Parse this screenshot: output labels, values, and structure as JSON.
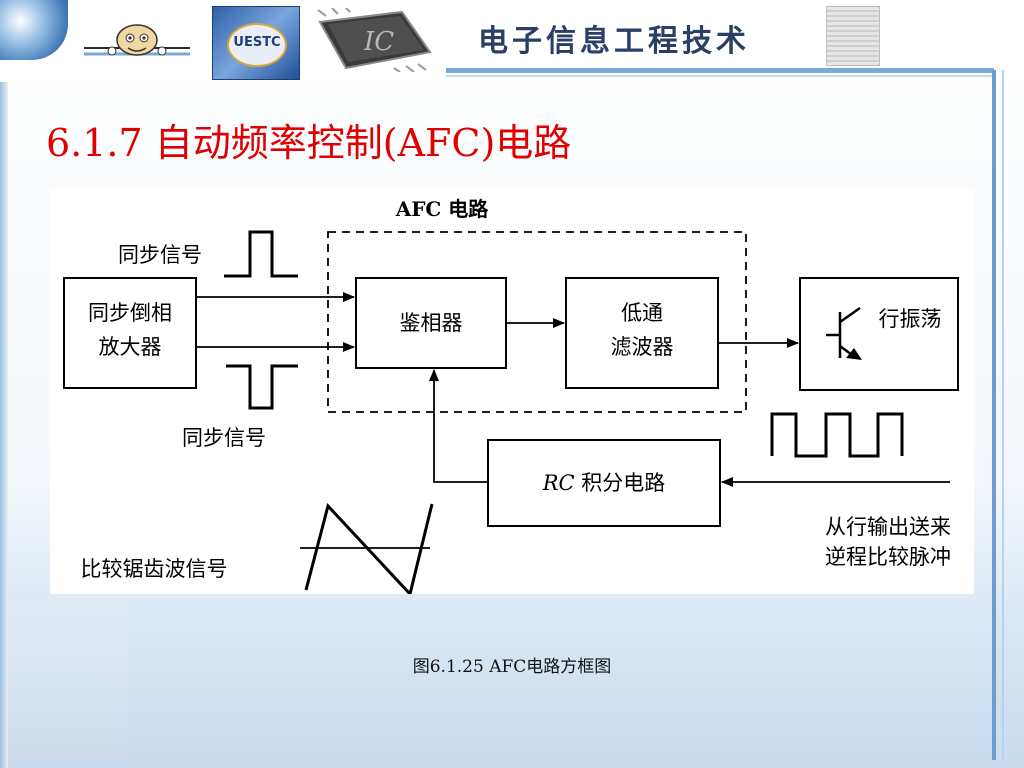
{
  "header": {
    "title": "电子信息工程技术",
    "logo_text": "UESTC",
    "chip_text": "IC"
  },
  "slide_title": "6.1.7  自动频率控制(AFC)电路",
  "diagram": {
    "afc_group_label": "AFC 电路",
    "blocks": {
      "sync_amp_line1": "同步倒相",
      "sync_amp_line2": "放大器",
      "phase_detector": "鉴相器",
      "lpf_line1": "低通",
      "lpf_line2": "滤波器",
      "oscillator": "行振荡",
      "rc_italic": "RC",
      "rc_rest": " 积分电路"
    },
    "labels": {
      "sync_signal_top": "同步信号",
      "sync_signal_bottom": "同步信号",
      "sawtooth": "比较锯齿波信号",
      "flyback_line1": "从行输出送来",
      "flyback_line2": "逆程比较脉冲"
    }
  },
  "caption": "图6.1.25  AFC电路方框图",
  "colors": {
    "title_red": "#e00000",
    "header_blue": "#7ba7d9",
    "line_black": "#000000"
  }
}
